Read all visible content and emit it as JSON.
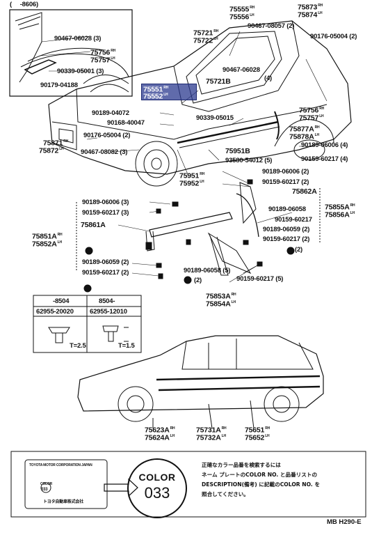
{
  "header_range": "(　 -8606)",
  "labels": {
    "p90467_06028_3": "90467-06028 (3)",
    "p75756": "75756",
    "p75757": "75757",
    "p90339_05001": "90339-05001 (3)",
    "p90179_04188": "90179-04188",
    "p75551": "75551",
    "p75552": "75552",
    "p75555": "75555",
    "p75556": "75556",
    "p75721": "75721",
    "p75722": "75722",
    "p90467_08057": "90467-08057 (2)",
    "p75873": "75873",
    "p75874": "75874",
    "p90176_05004_2r": "90176-05004 (2)",
    "p90467_06028_4": "90467-06028",
    "p4": "(4)",
    "p75721B": "75721B",
    "p90189_04072": "90189-04072",
    "p90168_40047": "90168-40047",
    "p90339_05015": "90339-05015",
    "p75756r": "75756",
    "p75757r": "75757",
    "p75877A": "75877A",
    "p75878A": "75878A",
    "p90176_05004_2l": "90176-05004 (2)",
    "p75871": "75871",
    "p75872": "75872",
    "p90467_08082": "90467-08082 (3)",
    "p75951B": "75951B",
    "p90189_06006_4": "90189-06006 (4)",
    "p93580": "93580-54012 (5)",
    "p90159_60217_4": "90159-60217 (4)",
    "p75951": "75951",
    "p75952": "75952",
    "p90189_06006_2a": "90189-06006 (2)",
    "p90159_60217_2a": "90159-60217 (2)",
    "p75862A": "75862A",
    "p90189_06006_3": "90189-06006 (3)",
    "p90159_60217_3": "90159-60217 (3)",
    "p90189_06058a": "90189-06058",
    "p75855A": "75855A",
    "p75856A": "75856A",
    "p90159_60217b": "90159-60217",
    "p90189_06059_2r": "90189-06059 (2)",
    "p90159_60217_2r": "90159-60217 (2)",
    "p2r": "(2)",
    "p75851A": "75851A",
    "p75852A": "75852A",
    "p75861A": "75861A",
    "p90189_06059_2l": "90189-06059 (2)",
    "p90159_60217_2l": "90159-60217 (2)",
    "p90189_06058_5": "90189-06058 (5)",
    "p90159_60217_5": "90159-60217 (5)",
    "p2c": "(2)",
    "p75853A": "75853A",
    "p75854A": "75854A",
    "p75623A": "75623A",
    "p75624A": "75624A",
    "p75731A": "75731A",
    "p75732A": "75732A",
    "p75651": "75651",
    "p75652": "75652"
  },
  "inset": {
    "col1_header": "-8504",
    "col2_header": "8504-",
    "col1_part": "62955-20020",
    "col2_part": "62955-12010",
    "col1_t": "T=2.5",
    "col2_t": "T=1.5"
  },
  "color_note": {
    "color_word": "COLOR",
    "color_code": "033",
    "line1": "正確なカラー品番を検索するには",
    "line2": "ネーム プレートのCOLOR NO. と品番リストの",
    "line3": "DESCRIPTION(備考) に記載のCOLOR NO. を",
    "line4": "照合してください。"
  },
  "plate_text": {
    "top": "TOYOTA MOTOR CORPORATION JAPAN",
    "color": "COLOR",
    "code": "033",
    "bottom": "トヨタ自動車株式会社"
  },
  "diagram_code": "MB H290-E",
  "highlight_color": "#2b3a8f"
}
